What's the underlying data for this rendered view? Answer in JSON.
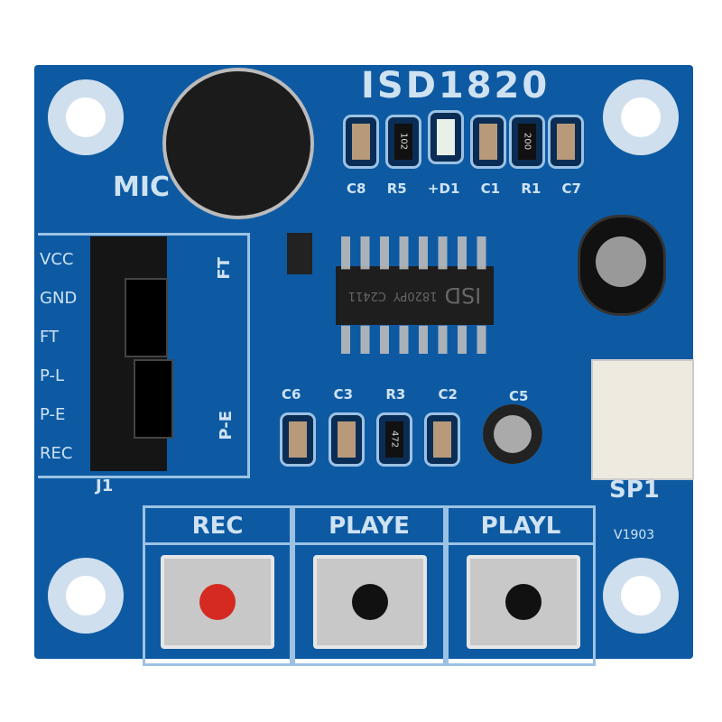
{
  "board": {
    "title": "ISD1820",
    "mic_label": "MIC",
    "version": "V1903",
    "speaker_label": "SP1",
    "header_label": "J1",
    "color": "#0d5aa3"
  },
  "top_parts": [
    "C8",
    "R5",
    "+D1",
    "C1",
    "R1",
    "C7"
  ],
  "resistor_codes": {
    "r5": "102",
    "r1": "200",
    "r3": "472"
  },
  "chip": {
    "brand": "ISD",
    "part": "1820PY",
    "code": "C2411"
  },
  "header_pins": [
    "VCC",
    "GND",
    "FT",
    "P-L",
    "P-E",
    "REC"
  ],
  "jumper_labels": {
    "ft": "FT",
    "pe": "P-E"
  },
  "bottom_parts": [
    "C6",
    "C3",
    "R3",
    "C2"
  ],
  "c5_label": "C5",
  "buttons": [
    {
      "label": "REC",
      "cap_color": "#d42a22"
    },
    {
      "label": "PLAYE",
      "cap_color": "#1a1a1a"
    },
    {
      "label": "PLAYL",
      "cap_color": "#1a1a1a"
    }
  ]
}
